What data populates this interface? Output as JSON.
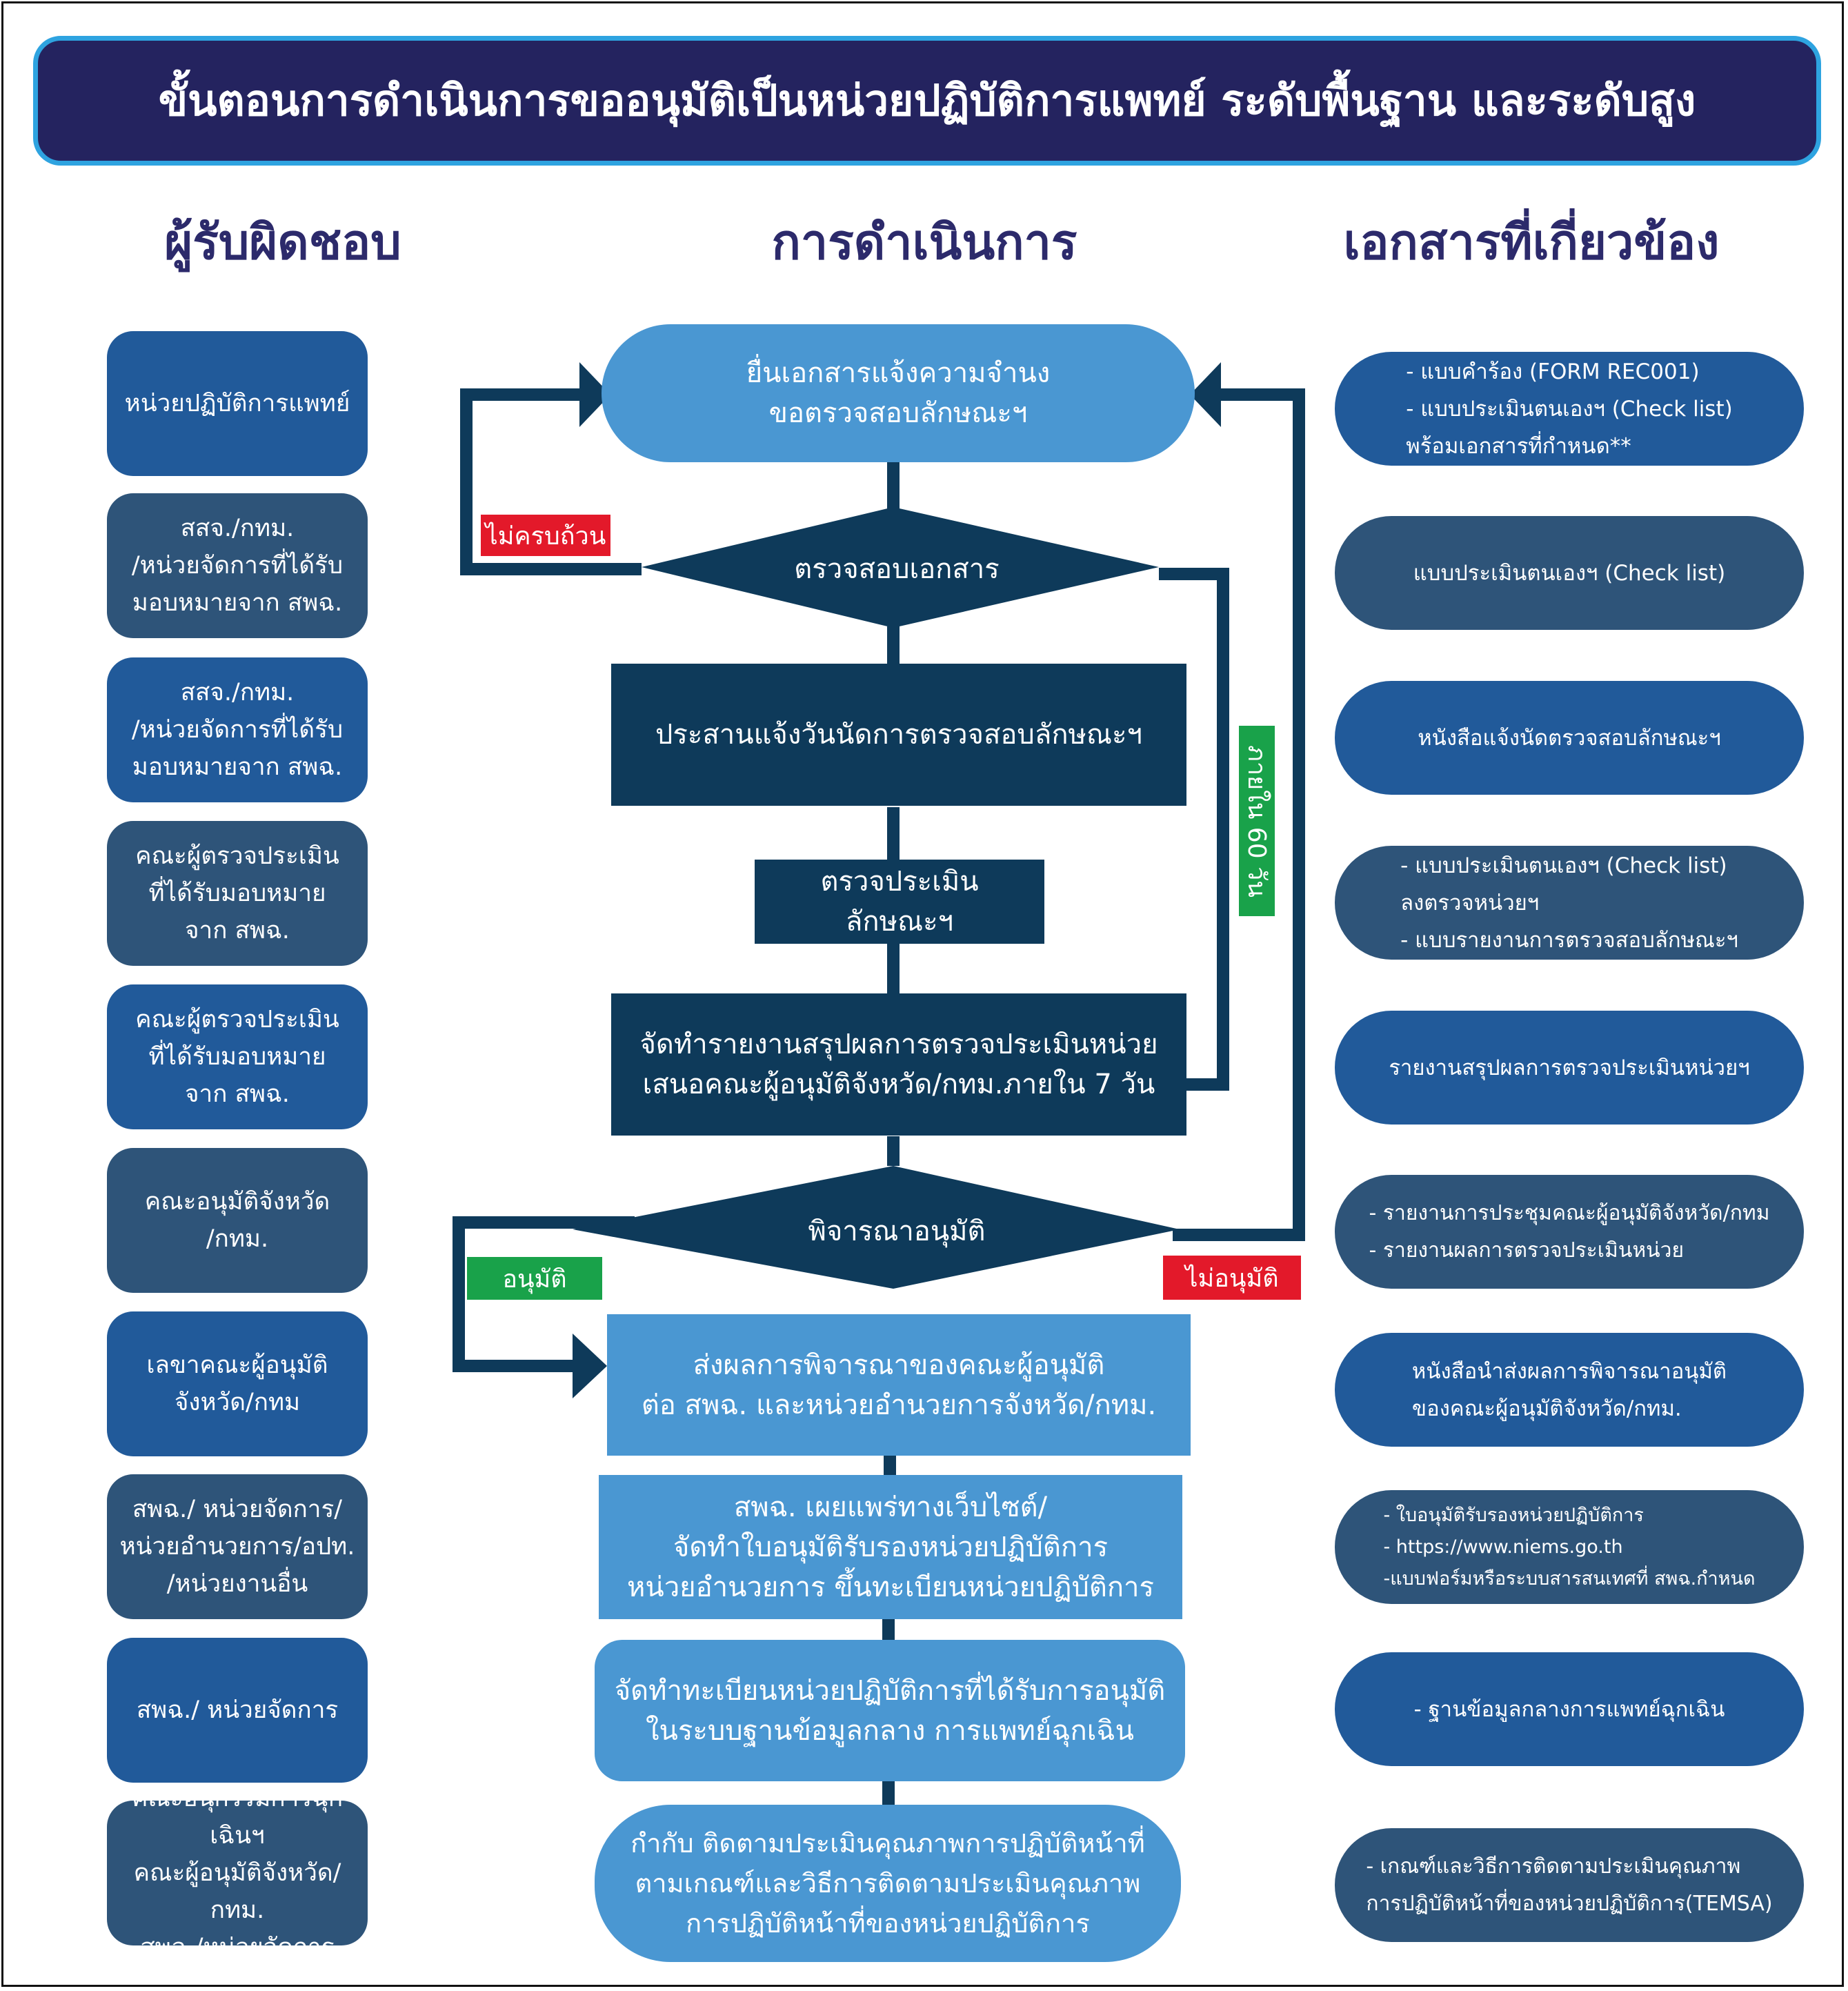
{
  "title": "ขั้นตอนการดำเนินการขออนุมัติเป็นหน่วยปฏิบัติการแพทย์ ระดับพื้นฐาน และระดับสูง",
  "columns": {
    "responsible": "ผู้รับผิดชอบ",
    "process": "การดำเนินการ",
    "documents": "เอกสารที่เกี่ยวข้อง"
  },
  "responsible": [
    "หน่วยปฏิบัติการแพทย์",
    "สสจ./กทม.\n/หน่วยจัดการที่ได้รับ\nมอบหมายจาก สพฉ.",
    "สสจ./กทม.\n/หน่วยจัดการที่ได้รับ\nมอบหมายจาก สพฉ.",
    "คณะผู้ตรวจประเมิน\nที่ได้รับมอบหมาย\nจาก สพฉ.",
    "คณะผู้ตรวจประเมิน\nที่ได้รับมอบหมาย\nจาก สพฉ.",
    "คณะอนุมัติจังหวัด\n/กทม.",
    "เลขาคณะผู้อนุมัติ\nจังหวัด/กทม",
    "สพฉ./ หน่วยจัดการ/\nหน่วยอำนวยการ/อปท.\n/หน่วยงานอื่น",
    "สพฉ./ หน่วยจัดการ",
    "คณะอนุกรรมการฉุกเฉินฯ\nคณะผู้อนุมัติจังหวัด/กทม.\nสพฉ./หน่วยจัดการ"
  ],
  "process": {
    "submit": "ยื่นเอกสารแจ้งความจำนง\nขอตรวจสอบลักษณะฯ",
    "check_docs": "ตรวจสอบเอกสาร",
    "coordinate": "ประสานแจ้งวันนัดการตรวจสอบลักษณะฯ",
    "assess": "ตรวจประเมินลักษณะฯ",
    "report": "จัดทำรายงานสรุปผลการตรวจประเมินหน่วย\nเสนอคณะผู้อนุมัติจังหวัด/กทม.ภายใน 7 วัน",
    "consider": "พิจารณาอนุมัติ",
    "send_result": "ส่งผลการพิจารณาของคณะผู้อนุมัติ\nต่อ สพฉ. และหน่วยอำนวยการจังหวัด/กทม.",
    "publish": "สพฉ. เผยแพร่ทางเว็บไซต์/\nจัดทำใบอนุมัติรับรองหน่วยปฏิบัติการ\nหน่วยอำนวยการ ขึ้นทะเบียนหน่วยปฏิบัติการ",
    "register": "จัดทำทะเบียนหน่วยปฏิบัติการที่ได้รับการอนุมัติ\nในระบบฐานข้อมูลกลาง การแพทย์ฉุกเฉิน",
    "monitor": "กำกับ ติดตามประเมินคุณภาพการปฏิบัติหน้าที่\nตามเกณฑ์และวิธีการติดตามประเมินคุณภาพ\nการปฏิบัติหน้าที่ของหน่วยปฏิบัติการ"
  },
  "labels": {
    "incomplete": "ไม่ครบถ้วน",
    "within_60": "ภายใน 60 วัน",
    "approved": "อนุมัติ",
    "not_approved": "ไม่อนุมัติ"
  },
  "documents": [
    "- แบบคำร้อง (FORM REC001)\n- แบบประเมินตนเองฯ (Check list)\nพร้อมเอกสารที่กำหนด**",
    "แบบประเมินตนเองฯ (Check list)",
    "หนังสือแจ้งนัดตรวจสอบลักษณะฯ",
    "- แบบประเมินตนเองฯ (Check list)\nลงตรวจหน่วยฯ\n- แบบรายงานการตรวจสอบลักษณะฯ",
    "รายงานสรุปผลการตรวจประเมินหน่วยฯ",
    "- รายงานการประชุมคณะผู้อนุมัติจังหวัด/กทม\n- รายงานผลการตรวจประเมินหน่วย",
    "หนังสือนำส่งผลการพิจารณาอนุมัติ\nของคณะผู้อนุมัติจังหวัด/กทม.",
    "- ใบอนุมัติรับรองหน่วยปฏิบัติการ\n- https://www.niems.go.th\n-แบบฟอร์มหรือระบบสารสนเทศที่ สพฉ.กำหนด",
    "- ฐานข้อมูลกลางการแพทย์ฉุกเฉิน",
    "- เกณฑ์และวิธีการติดตามประเมินคุณภาพ\nการปฏิบัติหน้าที่ของหน่วยปฏิบัติการ(TEMSA)"
  ],
  "colors": {
    "banner": "#24235f",
    "banner_border": "#2ea3e0",
    "heading": "#2c2a6b",
    "box_blue": "#215a9a",
    "box_steel": "#2e5479",
    "node_dark": "#0e3a5a",
    "node_light": "#4a97d2",
    "label_red": "#e3192a",
    "label_green": "#19a24a"
  }
}
